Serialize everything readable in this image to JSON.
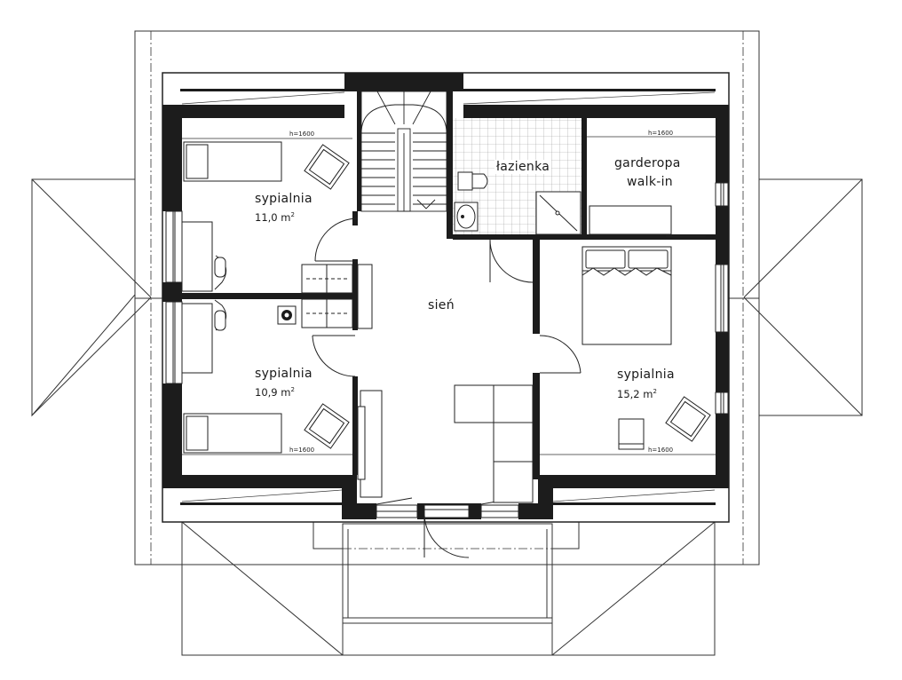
{
  "rooms": {
    "bedroom_top_left": {
      "name": "sypialnia",
      "area": "11,0 m",
      "area_unit_sup": "2"
    },
    "bedroom_bottom_left": {
      "name": "sypialnia",
      "area": "10,9 m",
      "area_unit_sup": "2"
    },
    "bedroom_right": {
      "name": "sypialnia",
      "area": "15,2 m",
      "area_unit_sup": "2"
    },
    "bathroom": {
      "name": "łazienka"
    },
    "closet": {
      "name_line1": "garderopa",
      "name_line2": "walk-in"
    },
    "hall": {
      "name": "sień"
    }
  },
  "height_notes": {
    "top_left": "h=1600",
    "bottom_left": "h=1600",
    "top_right": "h=1600",
    "bottom_right": "h=1600"
  },
  "colors": {
    "wall": "#1c1c1c",
    "line": "#2a2a2a",
    "tile_grid": "#9a9a9a",
    "background": "#ffffff"
  }
}
